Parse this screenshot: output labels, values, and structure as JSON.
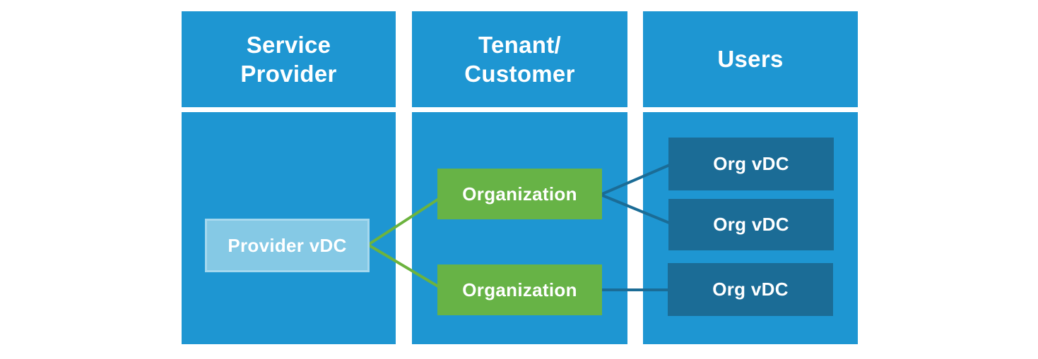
{
  "diagram": {
    "columns": [
      {
        "id": "service-provider",
        "header": "Service\nProvider"
      },
      {
        "id": "tenant-customer",
        "header": "Tenant/\nCustomer"
      },
      {
        "id": "users",
        "header": "Users"
      }
    ],
    "nodes": {
      "provider_vdc": {
        "label": "Provider vDC",
        "column": "service-provider"
      },
      "organization_1": {
        "label": "Organization",
        "column": "tenant-customer"
      },
      "organization_2": {
        "label": "Organization",
        "column": "tenant-customer"
      },
      "org_vdc_1": {
        "label": "Org vDC",
        "column": "users"
      },
      "org_vdc_2": {
        "label": "Org vDC",
        "column": "users"
      },
      "org_vdc_3": {
        "label": "Org vDC",
        "column": "users"
      }
    },
    "connections": [
      {
        "from": "provider_vdc",
        "to": "organization_1",
        "color": "#6CB33E"
      },
      {
        "from": "provider_vdc",
        "to": "organization_2",
        "color": "#6CB33E"
      },
      {
        "from": "organization_1",
        "to": "org_vdc_1",
        "color": "#1B6C96"
      },
      {
        "from": "organization_1",
        "to": "org_vdc_2",
        "color": "#1B6C96"
      },
      {
        "from": "organization_2",
        "to": "org_vdc_3",
        "color": "#1B6C96"
      }
    ],
    "colors": {
      "column_blue": "#1E96D2",
      "provider_vdc_fill": "#85C9E5",
      "organization_fill": "#67B346",
      "org_vdc_fill": "#1B6C96",
      "text": "#FFFFFF"
    }
  }
}
